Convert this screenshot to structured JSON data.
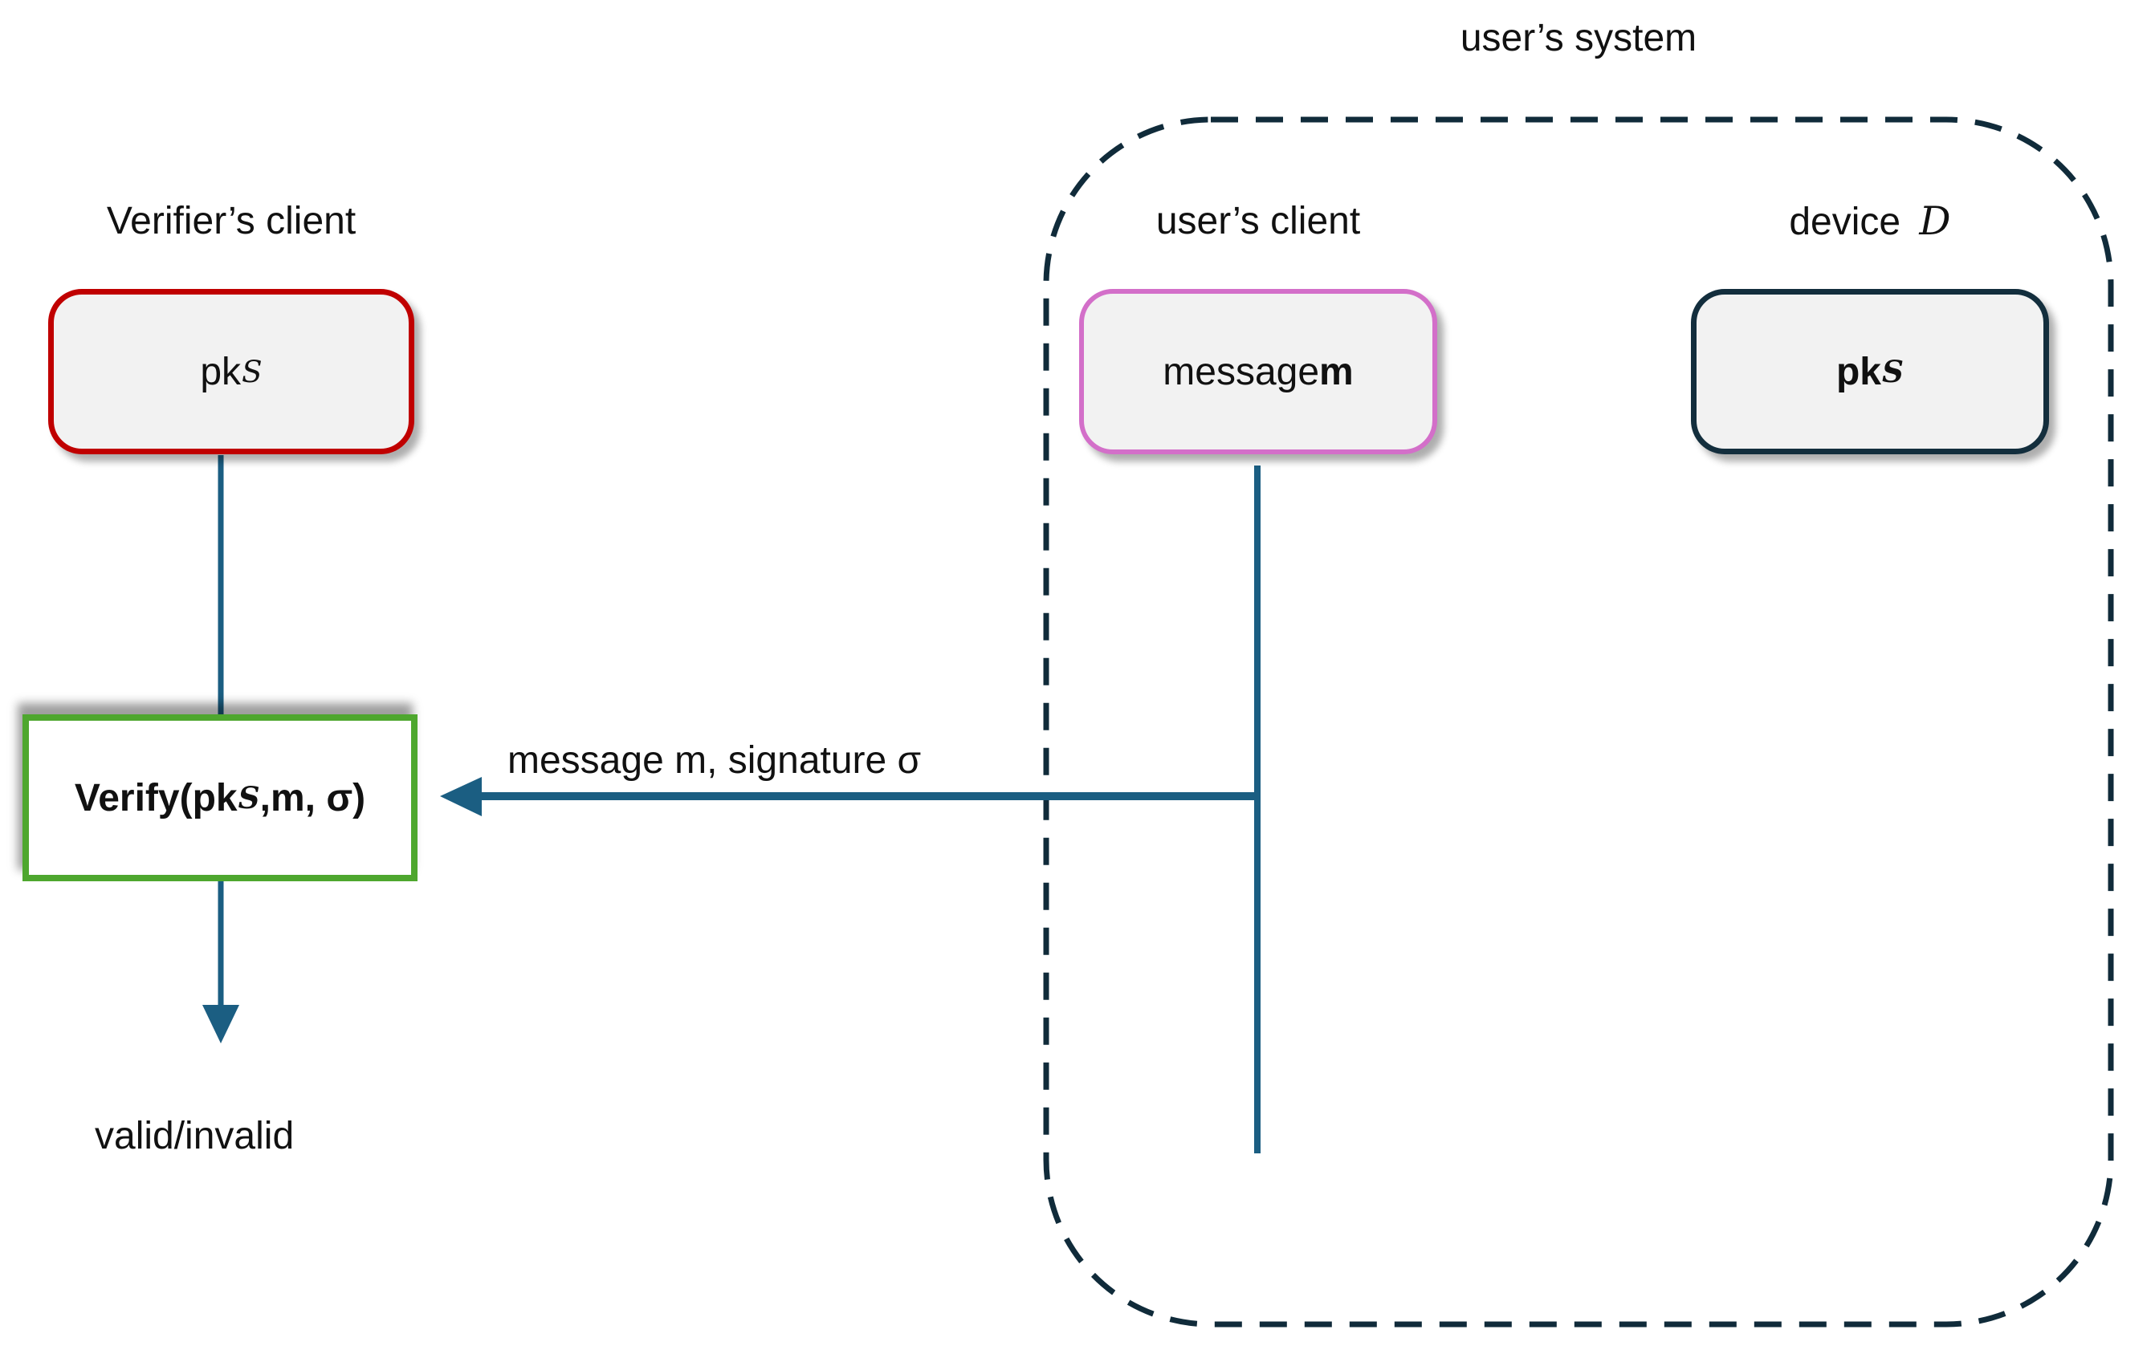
{
  "diagram": {
    "title": "user’s system",
    "verifier_client": {
      "label": "Verifier’s client",
      "pk_main": "pk",
      "pk_sub": "S",
      "verify_prefix": "Verify(pk",
      "verify_sub": "S",
      "verify_suffix": ",m, σ)",
      "result_label": "valid/invalid"
    },
    "user_client": {
      "label": "user’s client",
      "message_prefix": "message ",
      "message_var": "m"
    },
    "device": {
      "label_prefix": "device ",
      "label_letter": "D",
      "pk_main": "pk",
      "pk_sub": "S"
    },
    "flow": {
      "arrow_label": "message m, signature σ"
    },
    "colors": {
      "verifier_box_border": "#c00000",
      "verify_box_border": "#4ea72e",
      "message_box_border": "#d36fc9",
      "device_box_border": "#132e3d",
      "connector_teal": "#1b5e82",
      "boundary_navy": "#102b3a",
      "box_fill": "#f2f2f2"
    }
  }
}
